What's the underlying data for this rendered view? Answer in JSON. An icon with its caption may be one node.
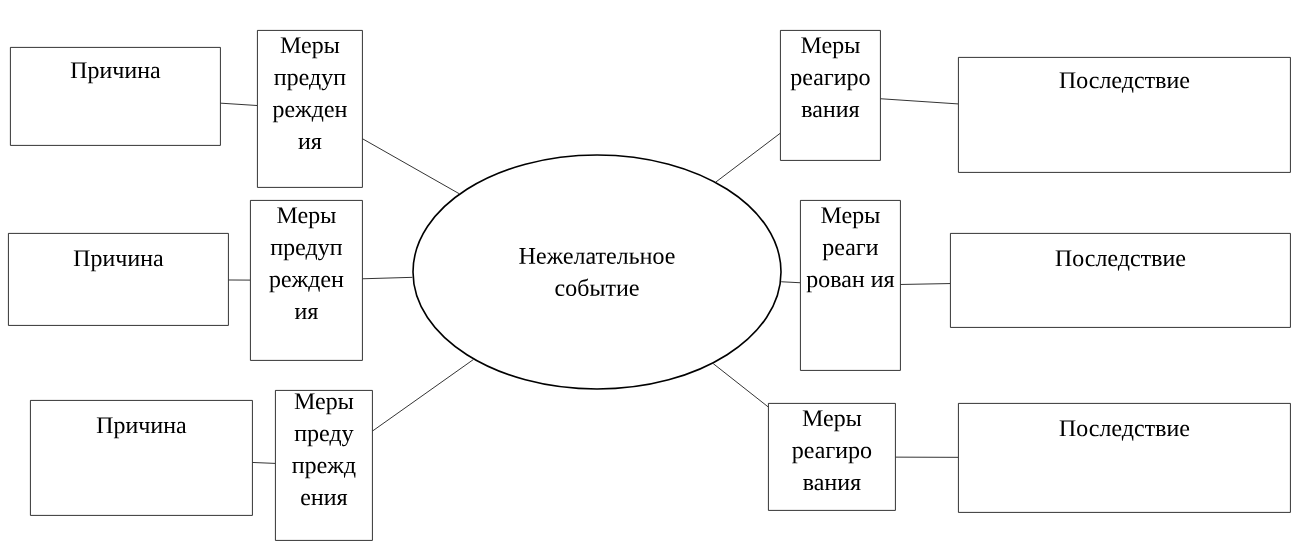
{
  "diagram": {
    "nodes": [
      {
        "text": [
          "Нежелательное событие"
        ]
      },
      {
        "text": [
          "Причина"
        ]
      },
      {
        "text": [
          "Меры предуп режден ия"
        ]
      },
      {
        "text": [
          "Причина"
        ]
      },
      {
        "text": [
          "Меры предуп режден ия"
        ]
      },
      {
        "text": [
          "Причина"
        ]
      },
      {
        "text": [
          "Меры преду прежд ения"
        ]
      },
      {
        "text": [
          "Меры реагиро вания"
        ]
      },
      {
        "text": [
          "Последствие"
        ]
      },
      {
        "text": [
          "Меры реаги рован ия"
        ]
      },
      {
        "text": [
          "Последствие"
        ]
      },
      {
        "text": [
          "Меры реагиро вания"
        ]
      },
      {
        "text": [
          "Последствие"
        ]
      }
    ],
    "edges": [
      {
        "from": 1,
        "to": 2,
        "arrow": "none"
      },
      {
        "from": 2,
        "to": 0,
        "arrow": "none"
      },
      {
        "from": 3,
        "to": 4,
        "arrow": "none"
      },
      {
        "from": 4,
        "to": 0,
        "arrow": "none"
      },
      {
        "from": 5,
        "to": 6,
        "arrow": "none"
      },
      {
        "from": 6,
        "to": 0,
        "arrow": "none"
      },
      {
        "from": 0,
        "to": 7,
        "arrow": "none"
      },
      {
        "from": 7,
        "to": 8,
        "arrow": "none"
      },
      {
        "from": 0,
        "to": 9,
        "arrow": "none"
      },
      {
        "from": 9,
        "to": 10,
        "arrow": "none"
      },
      {
        "from": 0,
        "to": 11,
        "arrow": "none"
      },
      {
        "from": 11,
        "to": 12,
        "arrow": "none"
      }
    ]
  }
}
